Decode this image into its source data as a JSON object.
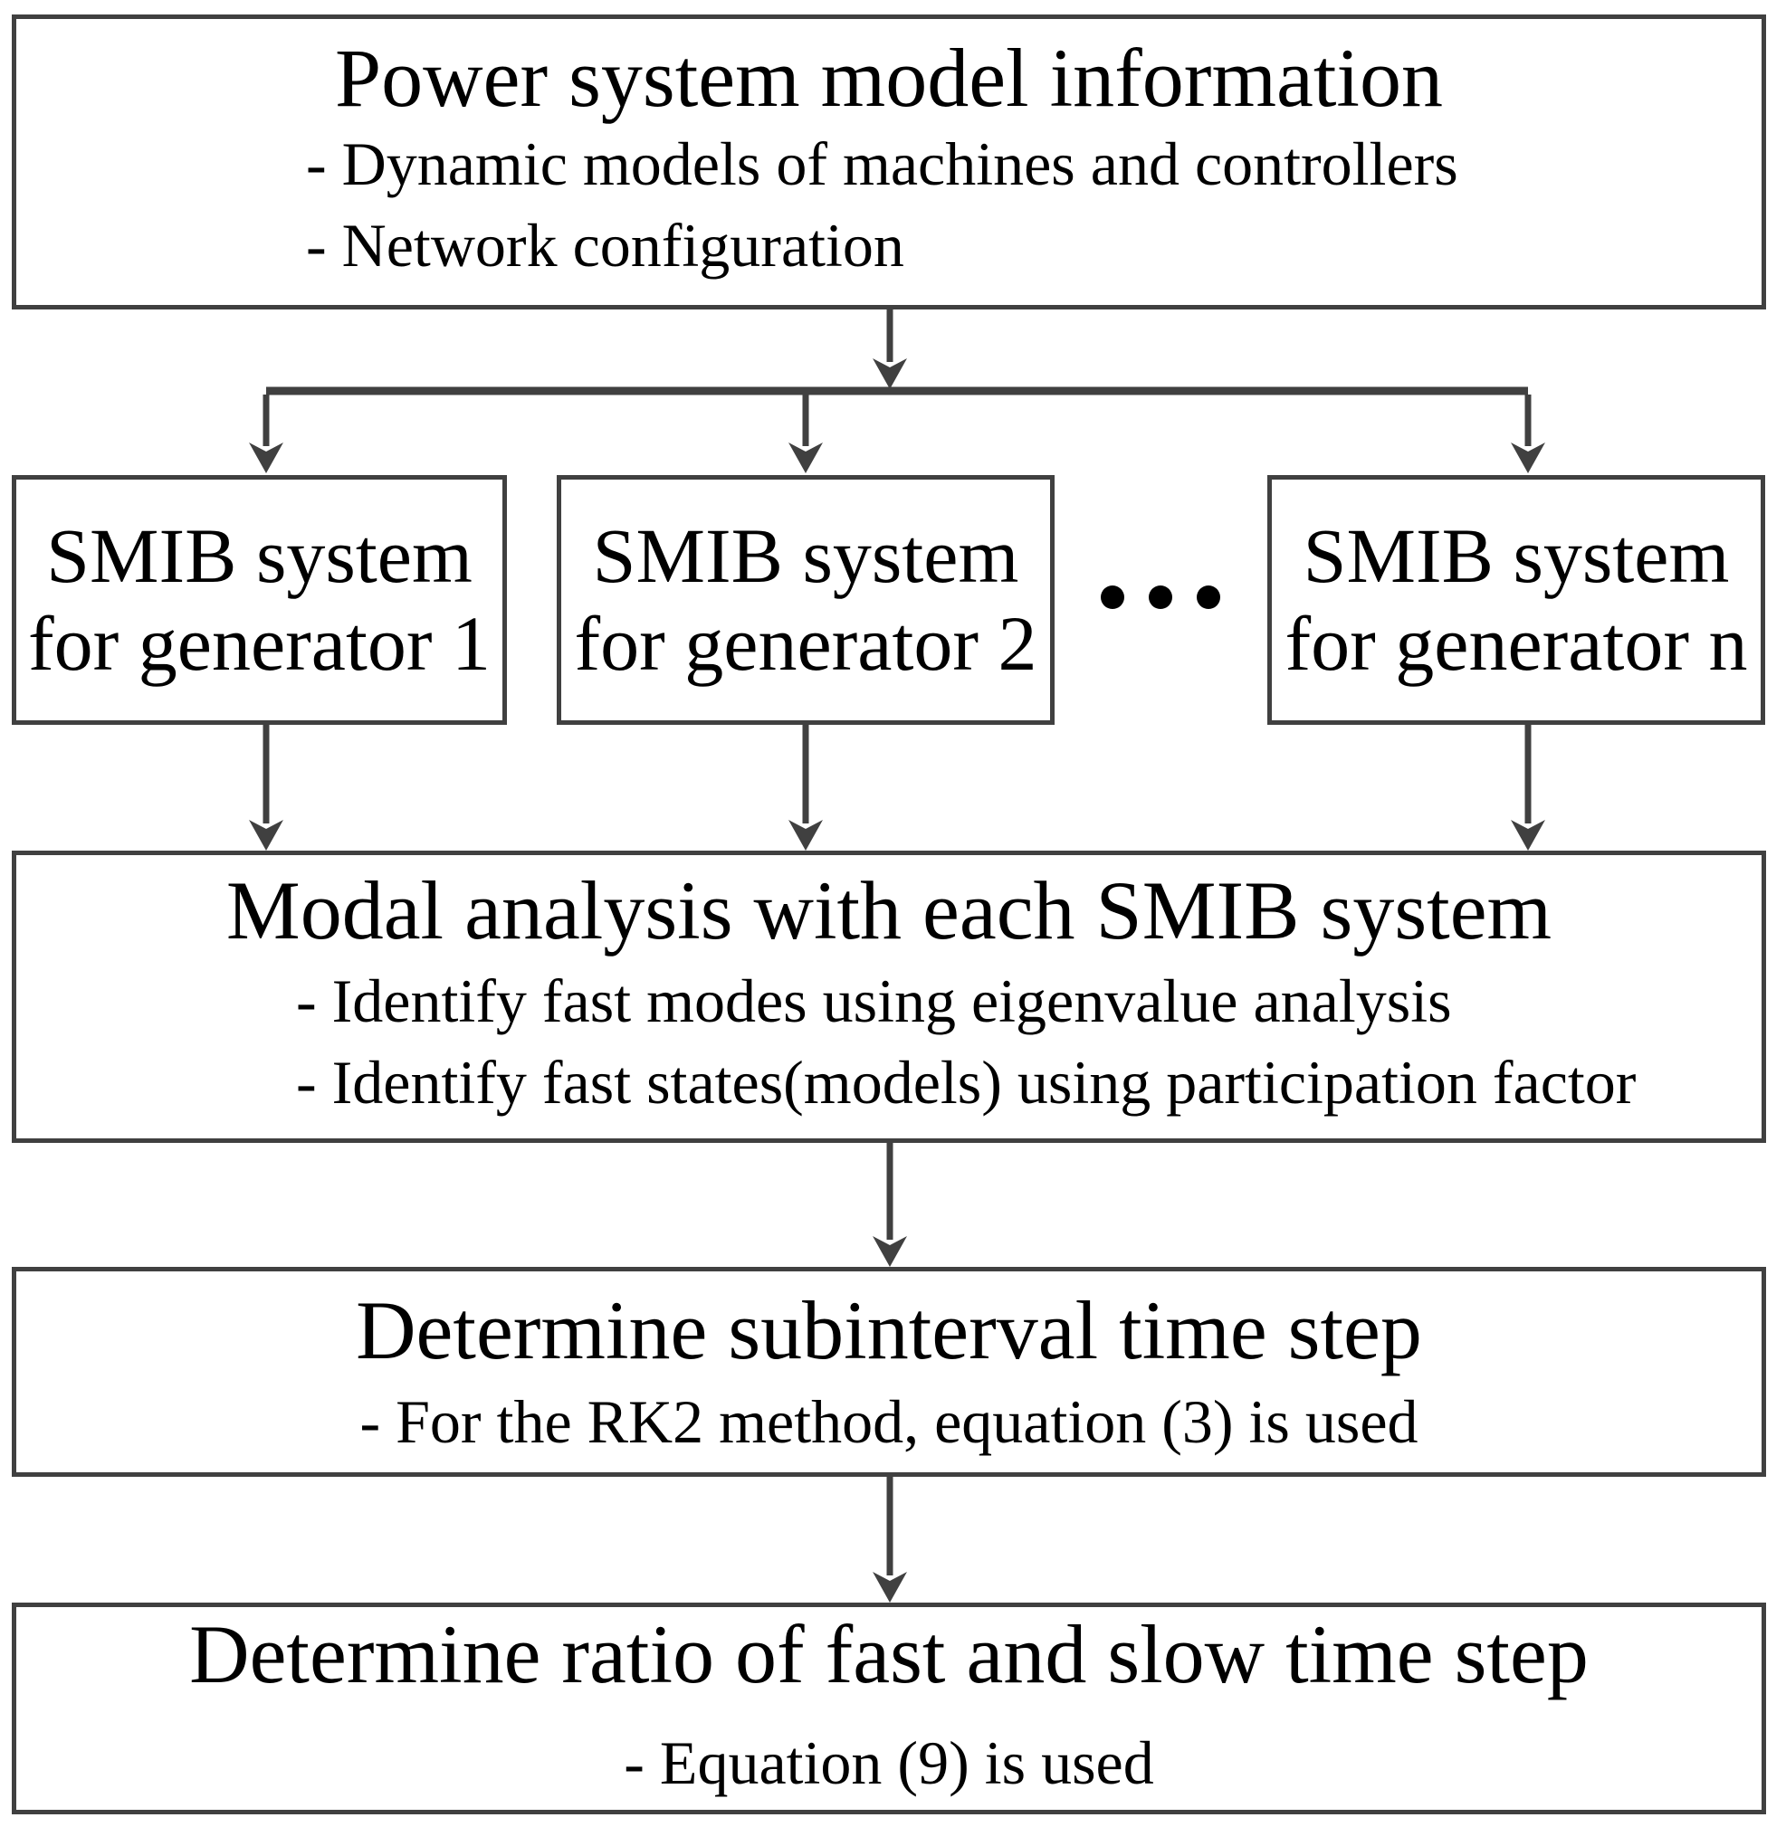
{
  "flowchart": {
    "top_box": {
      "title": "Power system model information",
      "bullets": [
        "- Dynamic models of machines and controllers",
        "- Network configuration"
      ]
    },
    "smib_boxes": [
      {
        "line1": "SMIB system",
        "line2": "for generator 1"
      },
      {
        "line1": "SMIB system",
        "line2": "for generator 2"
      },
      {
        "line1": "SMIB system",
        "line2": "for generator n"
      }
    ],
    "modal_box": {
      "title": "Modal analysis with each SMIB system",
      "bullets": [
        "- Identify fast modes using eigenvalue analysis",
        "- Identify fast states(models) using participation factor"
      ]
    },
    "subinterval_box": {
      "title": "Determine subinterval time step",
      "bullets": [
        "- For the RK2 method, equation (3) is used"
      ]
    },
    "ratio_box": {
      "title": "Determine ratio of fast and slow time step",
      "bullets": [
        "- Equation (9) is used"
      ]
    },
    "colors": {
      "line": "#404040",
      "text": "#000000",
      "background": "#ffffff",
      "dots": "#000000"
    }
  }
}
